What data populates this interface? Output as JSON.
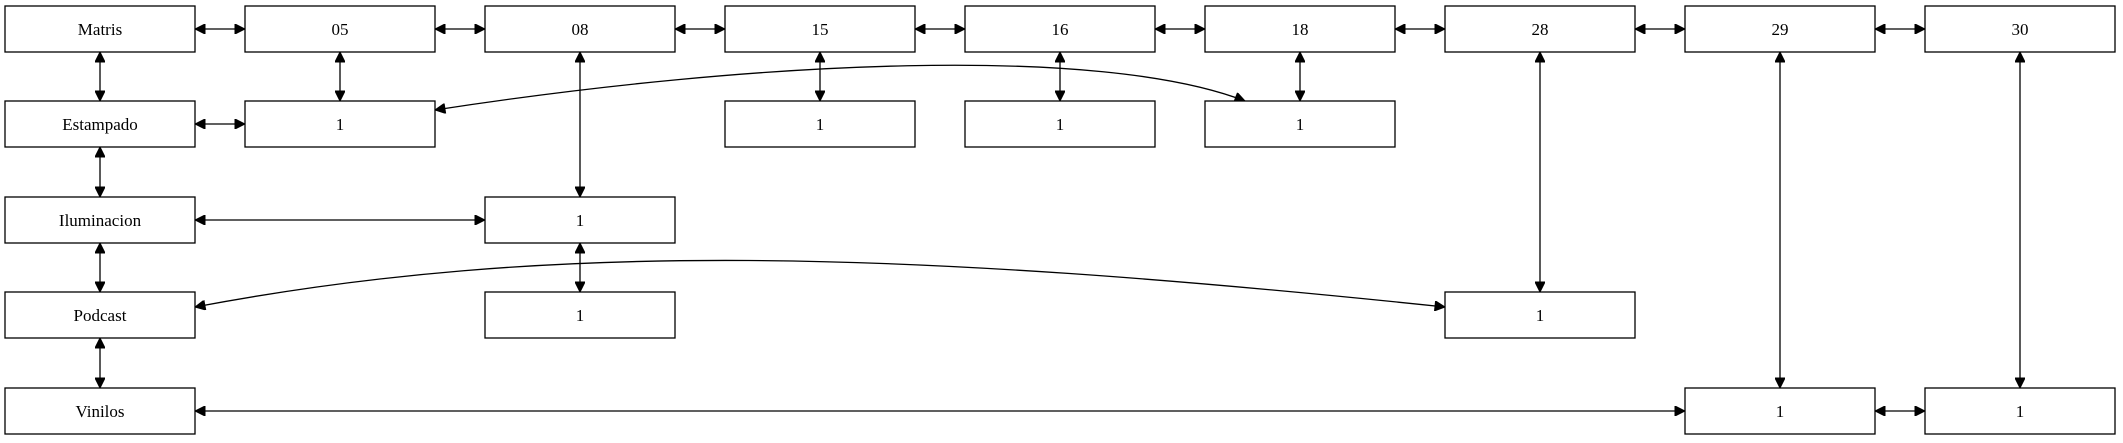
{
  "diagram": {
    "type": "graph",
    "edge_style": "bidirectional-arrows",
    "rows": {
      "matris": {
        "label": "Matris",
        "nodes": [
          "05",
          "08",
          "15",
          "16",
          "18",
          "28",
          "29",
          "30"
        ]
      },
      "estampado": {
        "label": "Estampado",
        "nodes": [
          "1",
          "1",
          "1",
          "1"
        ]
      },
      "iluminacion": {
        "label": "Iluminacion",
        "nodes": [
          "1"
        ]
      },
      "podcast": {
        "label": "Podcast",
        "nodes": [
          "1",
          "1"
        ]
      },
      "vinilos": {
        "label": "Vinilos",
        "nodes": [
          "1",
          "1"
        ]
      }
    }
  }
}
